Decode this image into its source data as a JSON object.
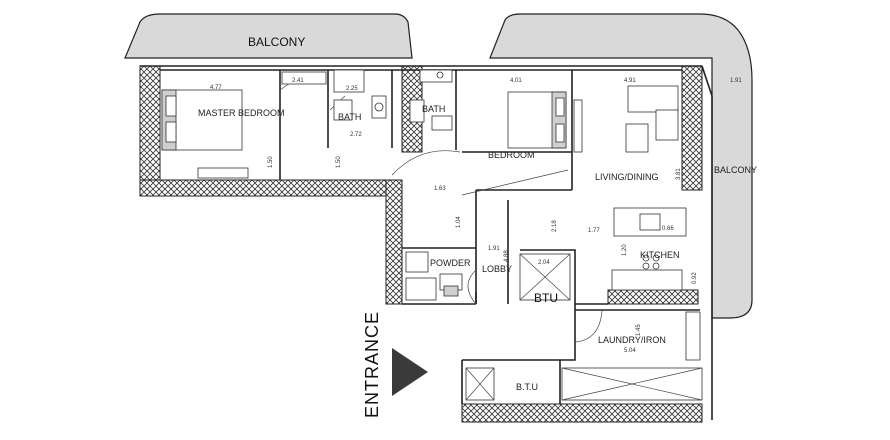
{
  "rooms": {
    "balcony_top": "BALCONY",
    "balcony_right": "BALCONY",
    "master_bedroom": "MASTER BEDROOM",
    "bath_1": "BATH",
    "bath_2": "BATH",
    "bedroom": "BEDROOM",
    "living_dining": "LIVING/DINING",
    "kitchen": "KITCHEN",
    "powder": "POWDER",
    "lobby": "LOBBY",
    "btu_1": "BTU",
    "btu_2": "B.T.U",
    "laundry": "LAUNDRY/IRON",
    "entrance": "ENTRANCE"
  },
  "dimensions": {
    "d_477": "4.77",
    "d_241": "2.41",
    "d_401": "4.01",
    "d_491": "4.91",
    "d_191": "1.91",
    "d_225": "2.25",
    "d_272": "2.72",
    "d_150a": "1.50",
    "d_150b": "1.50",
    "d_163": "1.63",
    "d_104": "1.04",
    "d_191b": "1.91",
    "d_488": "4.88",
    "d_218": "2.18",
    "d_177": "1.77",
    "d_120": "1.20",
    "d_066": "0.66",
    "d_204": "2.04",
    "d_092": "0.92",
    "d_504": "5.04",
    "d_145": "1.45",
    "d_381": "3.81"
  }
}
